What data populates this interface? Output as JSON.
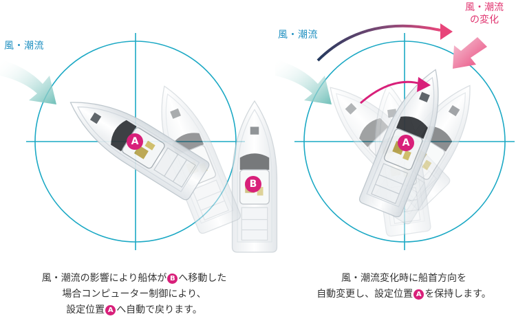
{
  "left_panel": {
    "wind_label": "風・潮流",
    "badge_a": "A",
    "badge_b": "B",
    "caption": {
      "line1_pre": "風・潮流の影響により船体が",
      "line1_badge": "B",
      "line1_post": "へ移動した",
      "line2": "場合コンピューター制御により、",
      "line3_pre": "設定位置",
      "line3_badge": "A",
      "line3_post": "へ自動で戻ります。"
    }
  },
  "right_panel": {
    "wind_label": "風・潮流",
    "change_label_line1": "風・潮流",
    "change_label_line2": "の変化",
    "badge_a": "A",
    "caption": {
      "line1": "風・潮流変化時に船首方向を",
      "line2_pre": "自動変更し、設定位置",
      "line2_badge": "A",
      "line2_post": "を保持します。"
    }
  },
  "colors": {
    "crosshair": "#1aa8c4",
    "wind_arrow": "#7ec6c0",
    "change_arrow": "#e8457a",
    "rotation_arrow": "#d8207a",
    "badge": "#d8207a"
  }
}
